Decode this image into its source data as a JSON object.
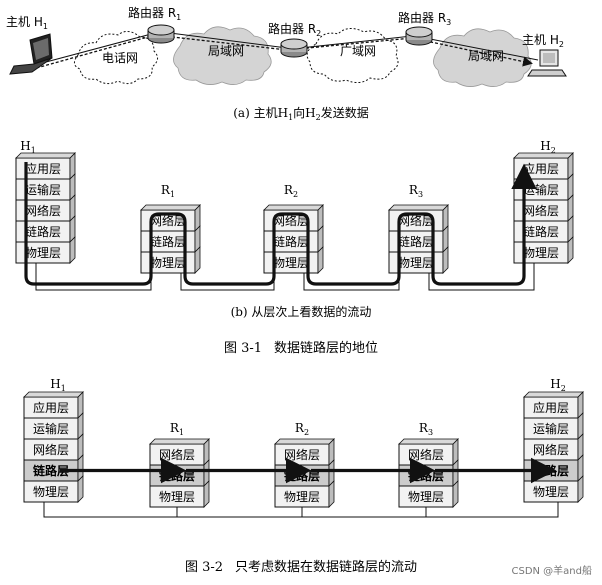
{
  "part_a": {
    "hosts": [
      {
        "label": "主机",
        "sub": "1"
      },
      {
        "label": "主机",
        "sub": "2"
      }
    ],
    "routers": [
      {
        "label": "路由器",
        "sub": "1"
      },
      {
        "label": "路由器",
        "sub": "2"
      },
      {
        "label": "路由器",
        "sub": "3"
      }
    ],
    "clouds": [
      "电话网",
      "局域网",
      "广域网",
      "局域网"
    ],
    "caption": {
      "prefix": "(a) 主机",
      "h1": "1",
      "mid": "向",
      "h2": "2",
      "suffix": "发送数据"
    }
  },
  "part_b": {
    "stack_label": "H",
    "h1_sub": "1",
    "h2_sub": "2",
    "router_label": "R",
    "router_subs": [
      "1",
      "2",
      "3"
    ],
    "host_layers": [
      "应用层",
      "运输层",
      "网络层",
      "链路层",
      "物理层"
    ],
    "router_layers": [
      "网络层",
      "链路层",
      "物理层"
    ],
    "caption": "(b) 从层次上看数据的流动"
  },
  "figure_3_1": {
    "num": "图 3-1",
    "title": "数据链路层的地位"
  },
  "part_c": {
    "stack_label": "H",
    "h1_sub": "1",
    "h2_sub": "2",
    "router_label": "R",
    "router_subs": [
      "1",
      "2",
      "3"
    ],
    "host_layers": [
      "应用层",
      "运输层",
      "网络层",
      "链路层",
      "物理层"
    ],
    "router_layers": [
      "网络层",
      "链路层",
      "物理层"
    ],
    "highlight_layer": "链路层"
  },
  "figure_3_2": {
    "num": "图 3-2",
    "title": "只考虑数据在数据链路层的流动"
  },
  "watermark": "CSDN @羊and船",
  "colors": {
    "layer_fill": "#f2f2f2",
    "layer_highlight": "#cccccc",
    "cloud_fill": "#d9d9d9",
    "router_fill": "#9a9a9a",
    "ink": "#111111"
  }
}
